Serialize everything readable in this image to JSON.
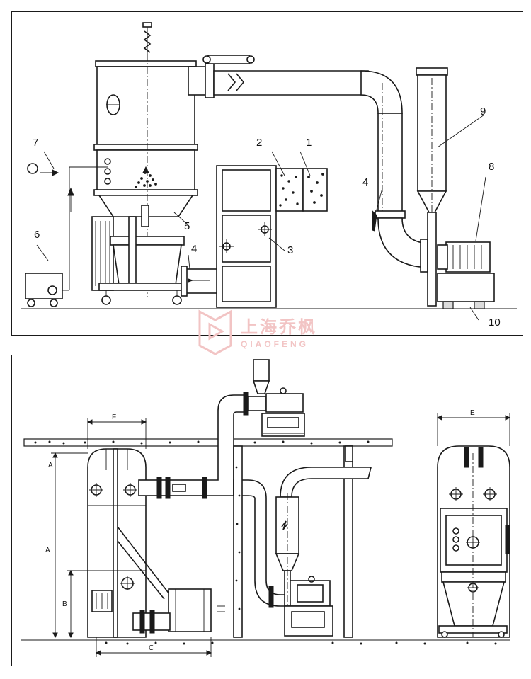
{
  "labels": {
    "l1": "1",
    "l2": "2",
    "l3": "3",
    "l4a": "4",
    "l4b": "4",
    "l5": "5",
    "l6": "6",
    "l7": "7",
    "l8": "8",
    "l9": "9",
    "l10": "10"
  },
  "dimensions": {
    "A_top": "A",
    "A": "A",
    "B": "B",
    "C": "C",
    "E": "E",
    "F": "F"
  },
  "watermark": {
    "cn": "上海乔枫",
    "en": "QIAOFENG"
  }
}
